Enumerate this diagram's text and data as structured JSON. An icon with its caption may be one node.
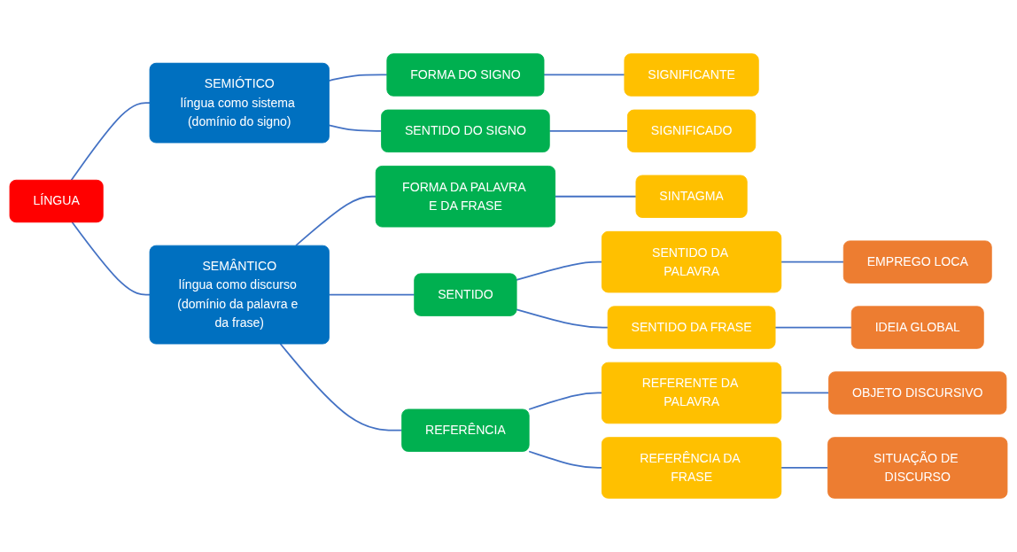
{
  "diagram": {
    "nodes": [
      {
        "text": [
          "LÍNGUA"
        ]
      },
      {
        "text": [
          "SEMIÓTICO",
          "língua como sistema (domínio do signo)"
        ]
      },
      {
        "text": [
          "FORMA DO SIGNO"
        ]
      },
      {
        "text": [
          "SIGNIFICANTE"
        ]
      },
      {
        "text": [
          "SENTIDO DO SIGNO"
        ]
      },
      {
        "text": [
          "SIGNIFICADO"
        ]
      },
      {
        "text": [
          "SEMÂNTICO",
          "língua como discurso (domínio da palavra e da frase)"
        ]
      },
      {
        "text": [
          "FORMA DA PALAVRA E DA FRASE"
        ]
      },
      {
        "text": [
          "SINTAGMA"
        ]
      },
      {
        "text": [
          "SENTIDO"
        ]
      },
      {
        "text": [
          "SENTIDO DA PALAVRA"
        ]
      },
      {
        "text": [
          "EMPREGO LOCA"
        ]
      },
      {
        "text": [
          "SENTIDO DA FRASE"
        ]
      },
      {
        "text": [
          "IDEIA GLOBAL"
        ]
      },
      {
        "text": [
          "REFERÊNCIA"
        ]
      },
      {
        "text": [
          "REFERENTE DA PALAVRA"
        ]
      },
      {
        "text": [
          "OBJETO DISCURSIVO"
        ]
      },
      {
        "text": [
          "REFERÊNCIA DA FRASE"
        ]
      },
      {
        "text": [
          "SITUAÇÃO DE DISCURSO"
        ]
      }
    ],
    "edges": [
      {
        "from": 0,
        "to": 1,
        "arrow": "none"
      },
      {
        "from": 0,
        "to": 6,
        "arrow": "none"
      },
      {
        "from": 1,
        "to": 2,
        "arrow": "none"
      },
      {
        "from": 1,
        "to": 4,
        "arrow": "none"
      },
      {
        "from": 2,
        "to": 3,
        "arrow": "none"
      },
      {
        "from": 4,
        "to": 5,
        "arrow": "none"
      },
      {
        "from": 6,
        "to": 7,
        "arrow": "none"
      },
      {
        "from": 6,
        "to": 9,
        "arrow": "none"
      },
      {
        "from": 6,
        "to": 14,
        "arrow": "none"
      },
      {
        "from": 7,
        "to": 8,
        "arrow": "none"
      },
      {
        "from": 9,
        "to": 10,
        "arrow": "none"
      },
      {
        "from": 9,
        "to": 12,
        "arrow": "none"
      },
      {
        "from": 10,
        "to": 11,
        "arrow": "none"
      },
      {
        "from": 12,
        "to": 13,
        "arrow": "none"
      },
      {
        "from": 14,
        "to": 15,
        "arrow": "none"
      },
      {
        "from": 14,
        "to": 17,
        "arrow": "none"
      },
      {
        "from": 15,
        "to": 16,
        "arrow": "none"
      },
      {
        "from": 17,
        "to": 18,
        "arrow": "none"
      }
    ]
  }
}
